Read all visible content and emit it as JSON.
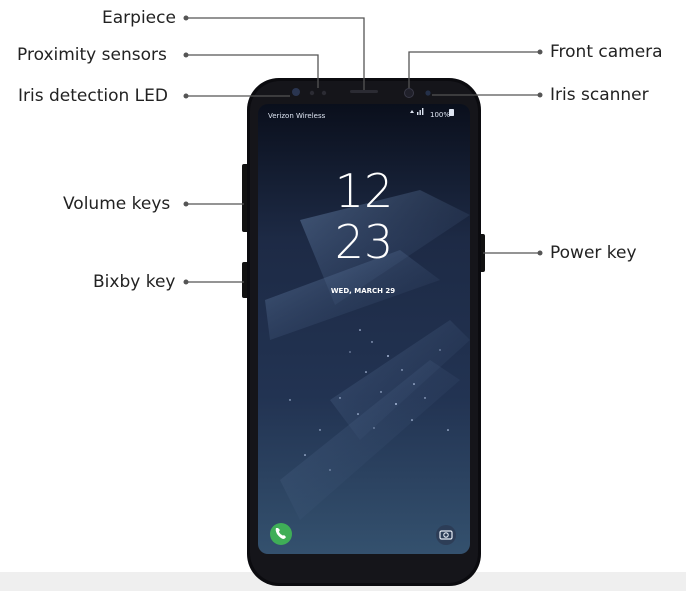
{
  "labels": {
    "earpiece": "Earpiece",
    "proximity_sensors": "Proximity sensors",
    "iris_detection_led": "Iris detection LED",
    "volume_keys": "Volume keys",
    "bixby_key": "Bixby key",
    "front_camera": "Front camera",
    "iris_scanner": "Iris scanner",
    "power_key": "Power key"
  },
  "screen": {
    "carrier": "Verizon Wireless",
    "battery": "100%",
    "clock_hour": "12",
    "clock_minute": "23",
    "date": "WED, MARCH 29"
  },
  "icons": {
    "phone": "phone-icon",
    "camera": "camera-icon"
  },
  "colors": {
    "callout_line": "#555555",
    "phone_body": "#0b0b0f",
    "screen_bg": "#17233a",
    "phone_button": "#3fae57"
  }
}
